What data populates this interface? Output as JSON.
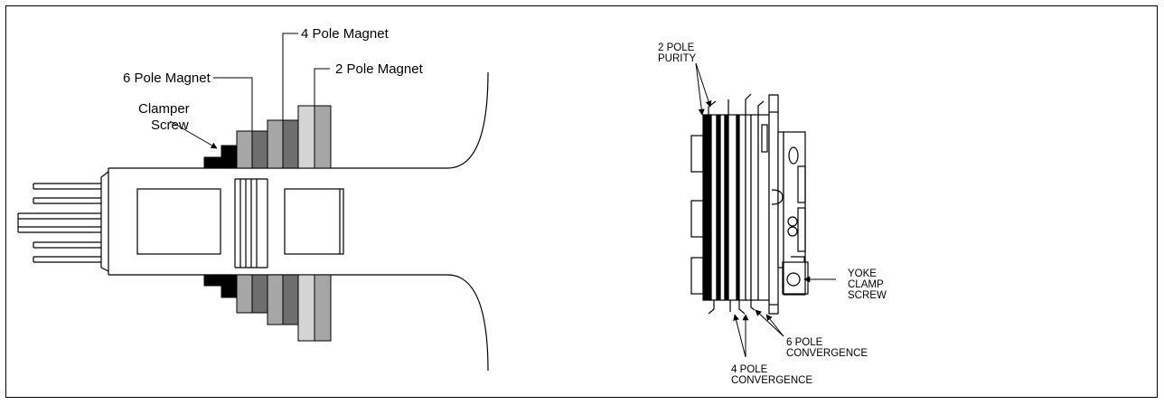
{
  "left_diagram": {
    "labels": {
      "four_pole_magnet": "4 Pole Magnet",
      "two_pole_magnet": "2 Pole Magnet",
      "six_pole_magnet": "6 Pole Magnet",
      "clamper_screw_line1": "Clamper",
      "clamper_screw_line2": "Screw"
    }
  },
  "right_diagram": {
    "labels": {
      "two_pole_purity_line1": "2 POLE",
      "two_pole_purity_line2": "PURITY",
      "yoke_clamp_line1": "YOKE",
      "yoke_clamp_line2": "CLAMP",
      "yoke_clamp_line3": "SCREW",
      "six_pole_conv_line1": "6 POLE",
      "six_pole_conv_line2": "CONVERGENCE",
      "four_pole_conv_line1": "4 POLE",
      "four_pole_conv_line2": "CONVERGENCE"
    }
  },
  "colors": {
    "black_ring": "#000000",
    "dark_gray": "#6e6e6e",
    "mid_gray": "#a6a6a6",
    "light_gray": "#d4d4d4",
    "line": "#000000"
  }
}
